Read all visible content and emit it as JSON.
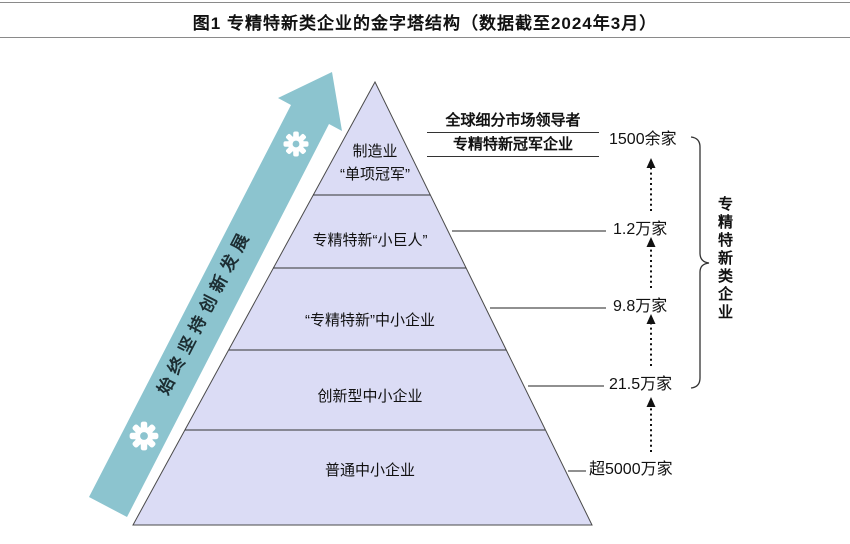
{
  "title": "图1 专精特新类企业的金字塔结构（数据截至2024年3月）",
  "left_arrow": {
    "label": "始终坚持创新发展"
  },
  "apex_annotation": {
    "line1": "全球细分市场领导者",
    "line2": "专精特新冠军企业"
  },
  "pyramid": {
    "tier1": {
      "line1": "制造业",
      "line2": "“单项冠军”",
      "count": "1500余家"
    },
    "tier2": {
      "label": "专精特新“小巨人”",
      "count": "1.2万家"
    },
    "tier3": {
      "label": "“专精特新”中小企业",
      "count": "9.8万家"
    },
    "tier4": {
      "label": "创新型中小企业",
      "count": "21.5万家"
    },
    "tier5": {
      "label": "普通中小企业",
      "count": "超5000万家"
    }
  },
  "bracket_label": "专精特新类企业",
  "colors": {
    "pyramid_fill": "#dbdcf5",
    "arrow_fill": "#8cc4cf",
    "line": "#333333"
  }
}
